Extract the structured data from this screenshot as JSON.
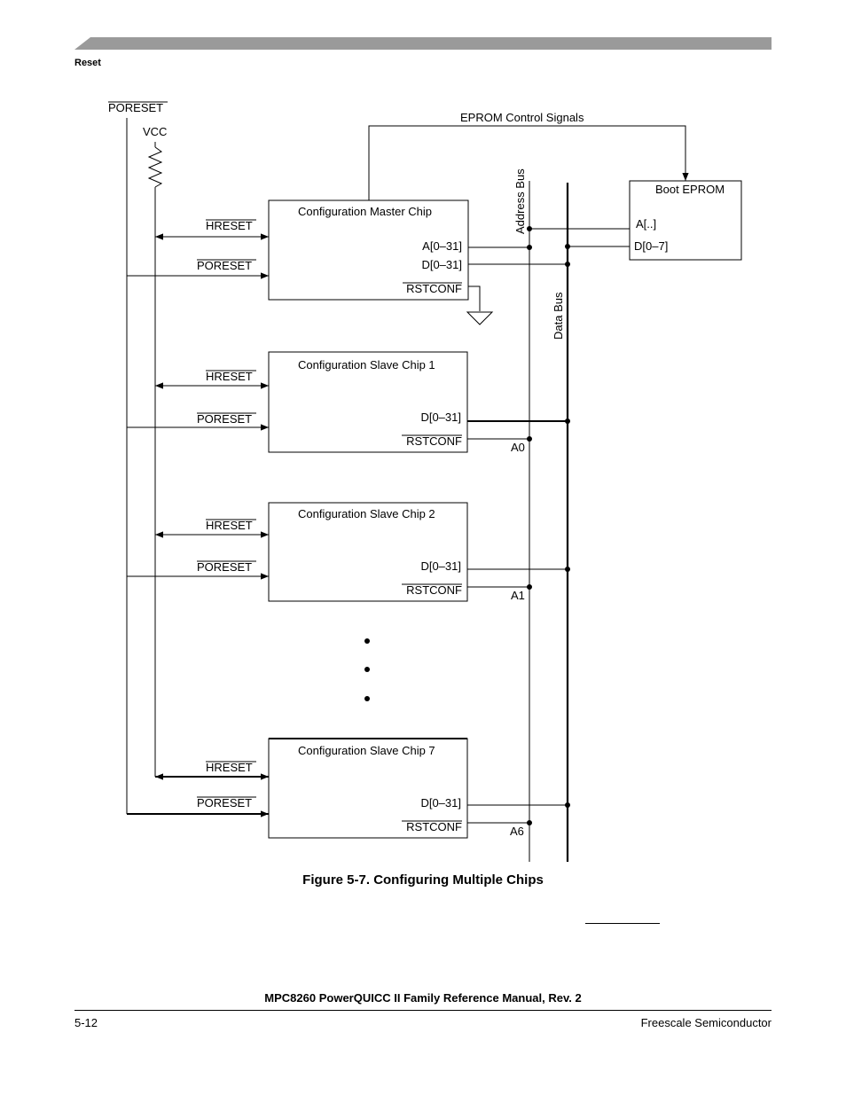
{
  "header": {
    "section": "Reset"
  },
  "diagram": {
    "poreset_top": "PORESET",
    "vcc": "VCC",
    "eprom_control": "EPROM Control Signals",
    "address_bus": "Address Bus",
    "data_bus": "Data Bus",
    "boot_eprom": {
      "title": "Boot EPROM",
      "addr_pin": "A[..]",
      "data_pin": "D[0–7]"
    },
    "master": {
      "title": "Configuration Master Chip",
      "hreset": "HRESET",
      "poreset": "PORESET",
      "addr": "A[0–31]",
      "data": "D[0–31]",
      "rstconf": "RSTCONF"
    },
    "slaves": [
      {
        "title": "Configuration Slave Chip 1",
        "hreset": "HRESET",
        "poreset": "PORESET",
        "data": "D[0–31]",
        "rstconf": "RSTCONF",
        "addr_tap": "A0"
      },
      {
        "title": "Configuration Slave Chip 2",
        "hreset": "HRESET",
        "poreset": "PORESET",
        "data": "D[0–31]",
        "rstconf": "RSTCONF",
        "addr_tap": "A1"
      },
      {
        "title": "Configuration Slave Chip 7",
        "hreset": "HRESET",
        "poreset": "PORESET",
        "data": "D[0–31]",
        "rstconf": "RSTCONF",
        "addr_tap": "A6"
      }
    ]
  },
  "caption": "Figure 5-7. Configuring Multiple Chips",
  "footer": {
    "manual_title": "MPC8260 PowerQUICC II Family Reference Manual, Rev. 2",
    "page_number": "5-12",
    "publisher": "Freescale Semiconductor"
  }
}
